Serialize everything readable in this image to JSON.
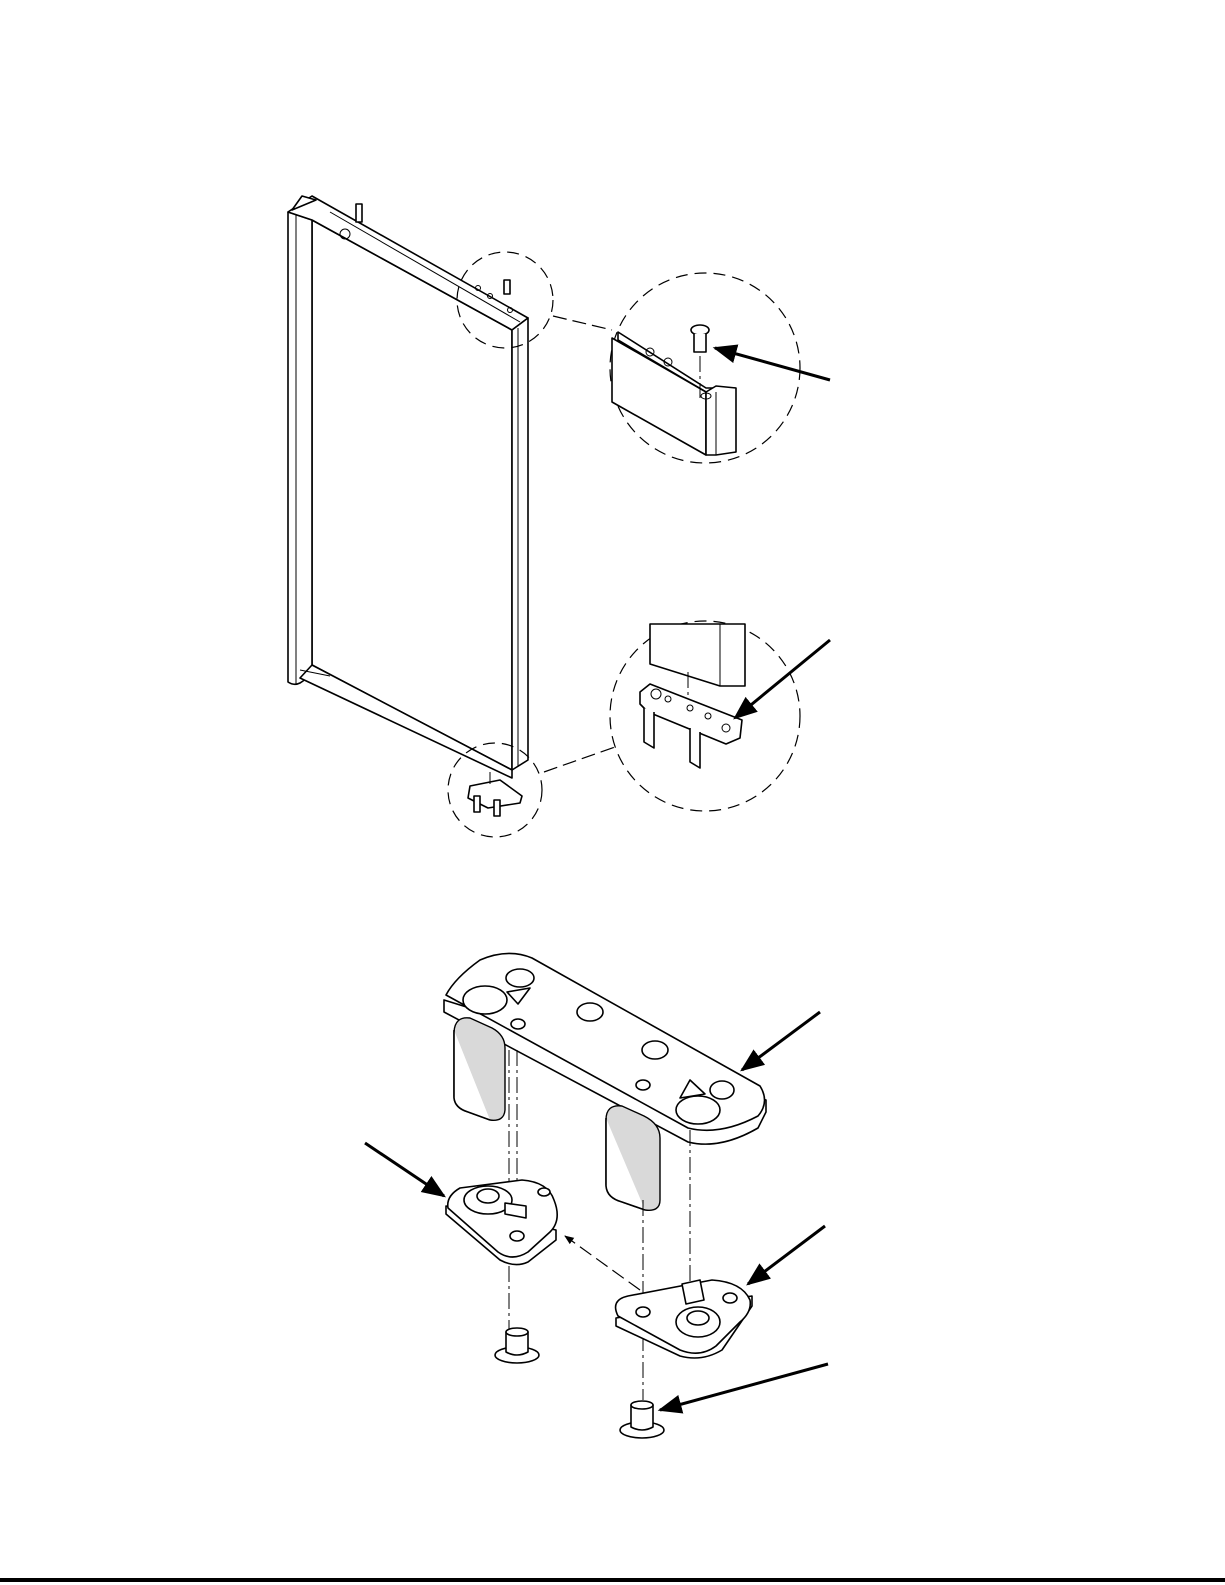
{
  "figure": {
    "top_view": "door-assembly",
    "bottom_view": "hinge-bracket-exploded",
    "callouts": [
      "screw",
      "hinge-bracket",
      "bracket-part",
      "left-pivot-plate",
      "right-pivot-plate",
      "pivot-pin"
    ]
  }
}
